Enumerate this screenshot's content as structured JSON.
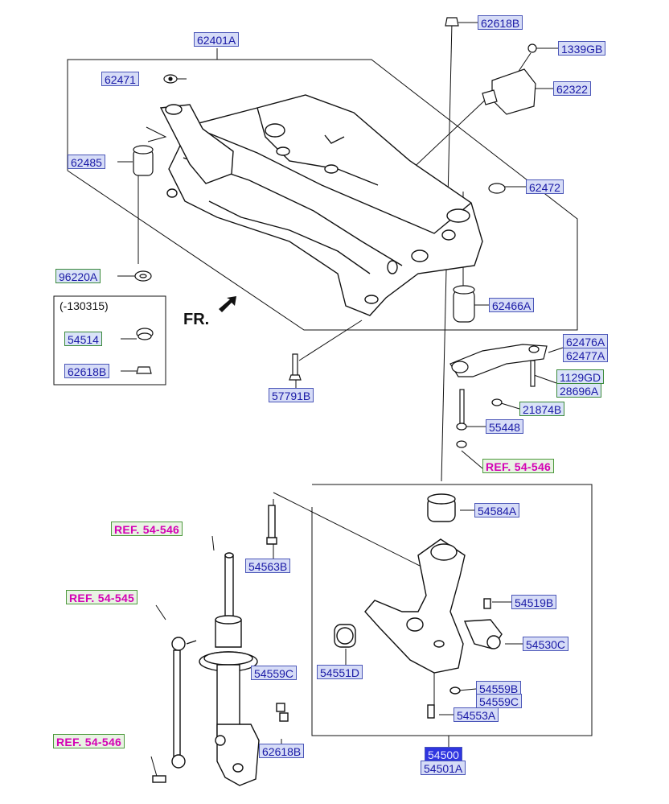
{
  "diagram": {
    "labels": {
      "l62401A": "62401A",
      "l62471": "62471",
      "l62485": "62485",
      "l96220A": "96220A",
      "l62618B_top": "62618B",
      "l1339GB": "1339GB",
      "l62322": "62322",
      "l62472": "62472",
      "l62466A": "62466A",
      "l62476A": "62476A",
      "l62477A": "62477A",
      "l1129GD": "1129GD",
      "l28696A": "28696A",
      "l21874B": "21874B",
      "l55448": "55448",
      "l57791B": "57791B",
      "l54514": "54514",
      "l62618B_box": "62618B",
      "l54584A": "54584A",
      "l54563B": "54563B",
      "l54519B": "54519B",
      "l54530C": "54530C",
      "l54551D": "54551D",
      "l54559B": "54559B",
      "l54559C_arm": "54559C",
      "l54553A": "54553A",
      "l54500": "54500",
      "l54501A": "54501A",
      "l54559C_strut": "54559C",
      "l62618B_strut": "62618B"
    },
    "refs": {
      "ref_right": "REF. 54-546",
      "ref_strut_top": "REF. 54-546",
      "ref_link": "REF. 54-545",
      "ref_bottom": "REF. 54-546"
    },
    "box_note": "(-130315)",
    "direction": "FR.",
    "colors": {
      "label_text": "#1a1aa6",
      "label_fill": "#d6dcf7",
      "ref_text": "#d400b4",
      "selected_fill": "#2f35e0"
    }
  }
}
